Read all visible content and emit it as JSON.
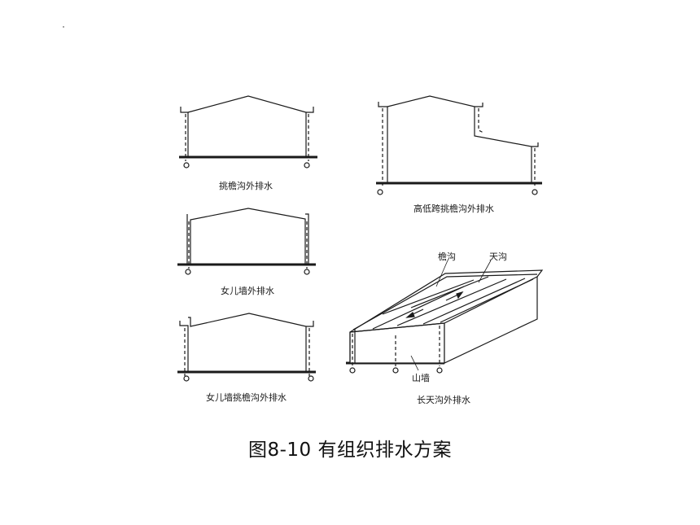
{
  "caption": "图8-10  有组织排水方案",
  "diagrams": {
    "d1_label": "挑檐沟外排水",
    "d2_label": "高低跨挑檐沟外排水",
    "d3_label": "女儿墙外排水",
    "d4_label": "女儿墙挑檐沟外排水",
    "d5_label": "长天沟外排水",
    "d5_callouts": {
      "eave_gutter": "檐沟",
      "roof_gutter": "天沟",
      "gable_wall": "山墙"
    }
  },
  "colors": {
    "line": "#1a1a1a",
    "background": "#ffffff"
  }
}
